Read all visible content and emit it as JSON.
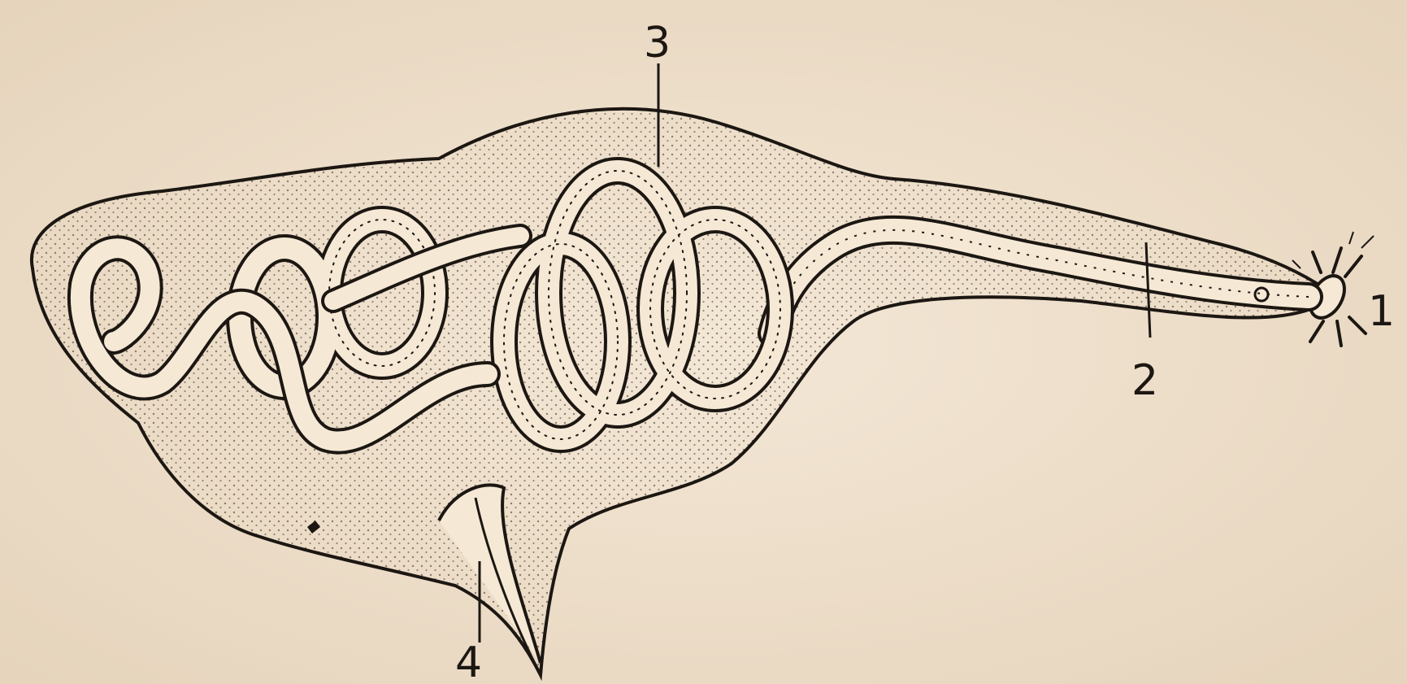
{
  "diagram": {
    "labels": {
      "1": "1",
      "2": "2",
      "3": "3",
      "4": "4"
    }
  },
  "colors": {
    "paper": "#efe2cf",
    "body_fill": "#efdcc6",
    "ink": "#1c1712",
    "tube_fill": "#f5e8d5",
    "stipple": "#3a2c20"
  }
}
